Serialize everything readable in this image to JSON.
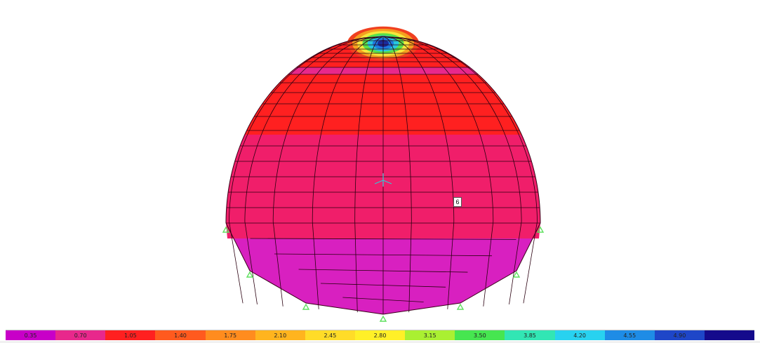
{
  "viewport": {
    "dome": {
      "apex_colors": [
        "#1a2a9a",
        "#1c7be0",
        "#27c8e0",
        "#58e04a",
        "#f4e83c",
        "#f5a020",
        "#f04020"
      ],
      "cap_color": "#ff2020",
      "body_color": "#f01e6a",
      "base_color": "#d820c0",
      "line_color": "#2a0010"
    },
    "joint_label": "6",
    "support_icon": "support-triangle-icon"
  },
  "legend": {
    "segments": [
      {
        "label": "0.35",
        "color": "#c800c8"
      },
      {
        "label": "0.70",
        "color": "#e8288c"
      },
      {
        "label": "1.05",
        "color": "#ff2020"
      },
      {
        "label": "1.40",
        "color": "#ff5a1e"
      },
      {
        "label": "1.75",
        "color": "#ff8c1e"
      },
      {
        "label": "2.10",
        "color": "#ffb41e"
      },
      {
        "label": "2.45",
        "color": "#ffdc28"
      },
      {
        "label": "2.80",
        "color": "#fff028"
      },
      {
        "label": "3.15",
        "color": "#aaf032"
      },
      {
        "label": "3.50",
        "color": "#46e650"
      },
      {
        "label": "3.85",
        "color": "#32e6b4"
      },
      {
        "label": "4.20",
        "color": "#28d2f0"
      },
      {
        "label": "4.55",
        "color": "#1e8ce6"
      },
      {
        "label": "4.90",
        "color": "#1e46c8"
      },
      {
        "label": "",
        "color": "#140a8c"
      }
    ]
  }
}
